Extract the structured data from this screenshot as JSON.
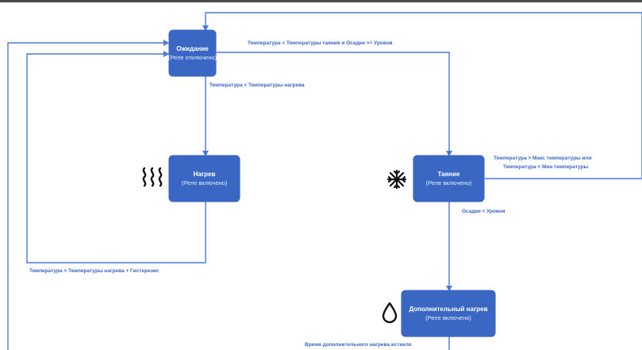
{
  "colors": {
    "box_fill": "#3a66c4",
    "arrow": "#4a78d6",
    "label": "#3a66c4",
    "icon": "#111111"
  },
  "states": {
    "idle": {
      "title": "Ожидание",
      "sub": "(Реле отключено)"
    },
    "heat": {
      "title": "Нагрев",
      "sub": "(Реле включено)"
    },
    "melt": {
      "title": "Таяние",
      "sub": "(Реле включено)"
    },
    "extra": {
      "title": "Дополнительный нагрев",
      "sub": "(Реле включено)"
    }
  },
  "transitions": {
    "idle_to_melt": "Температура < Температуры таяния и Осадки >= Уровня",
    "idle_to_heat": "Температура < Температуры нагрева",
    "heat_to_idle": "Температура > Температуры нагрева + Гистерезис",
    "melt_to_idle_line1": "Температура > Макс температуры или",
    "melt_to_idle_line2": "Температура < Мин температуры",
    "melt_to_extra": "Осадки < Уровня",
    "extra_timeout": "Время дополнительного нагрева истекло"
  },
  "icons": {
    "heat": "heat-waves-icon",
    "melt": "snowflake-icon",
    "extra": "water-drop-icon"
  }
}
